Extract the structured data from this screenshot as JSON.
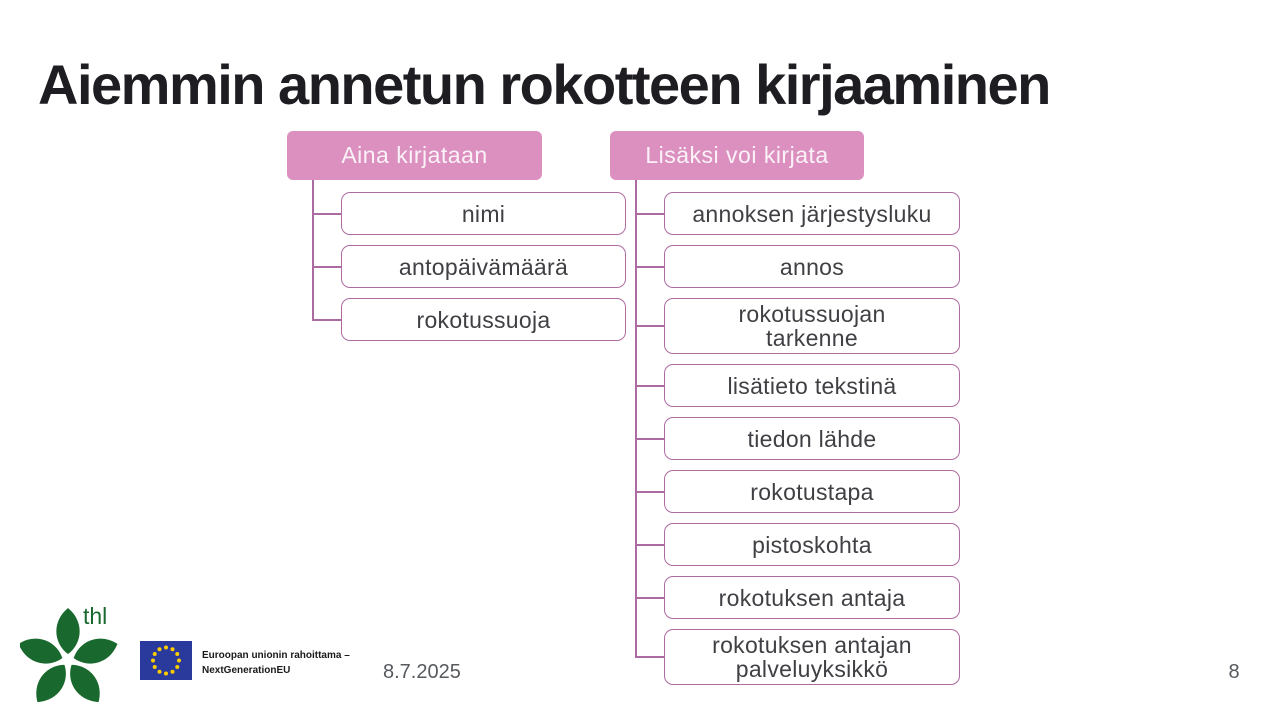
{
  "title": "Aiemmin annetun rokotteen kirjaaminen",
  "trees": [
    {
      "header": "Aina kirjataan",
      "items": [
        "nimi",
        "antopäivämäärä",
        "rokotussuoja"
      ]
    },
    {
      "header": "Lisäksi voi kirjata",
      "items": [
        "annoksen järjestysluku",
        "annos",
        "rokotussuojan\ntarkenne",
        "lisätieto tekstinä",
        "tiedon lähde",
        "rokotustapa",
        "pistoskohta",
        "rokotuksen antaja",
        "rokotuksen antajan\npalveluyksikkö"
      ]
    }
  ],
  "footer": {
    "thl_logo_text": "thl",
    "eu_funding_caption": "Euroopan unionin rahoittama –\nNextGenerationEU",
    "date": "8.7.2025",
    "page_number": "8"
  },
  "colors": {
    "title_text": "#1d1d22",
    "header_bg": "#db90bf",
    "header_text": "#fbf2f8",
    "box_border": "#ad6ca1",
    "box_text": "#3f3f44",
    "connector": "#ad6ca1",
    "thl_green": "#19692f",
    "eu_blue": "#2a3a9c",
    "eu_star": "#ffcc00"
  }
}
